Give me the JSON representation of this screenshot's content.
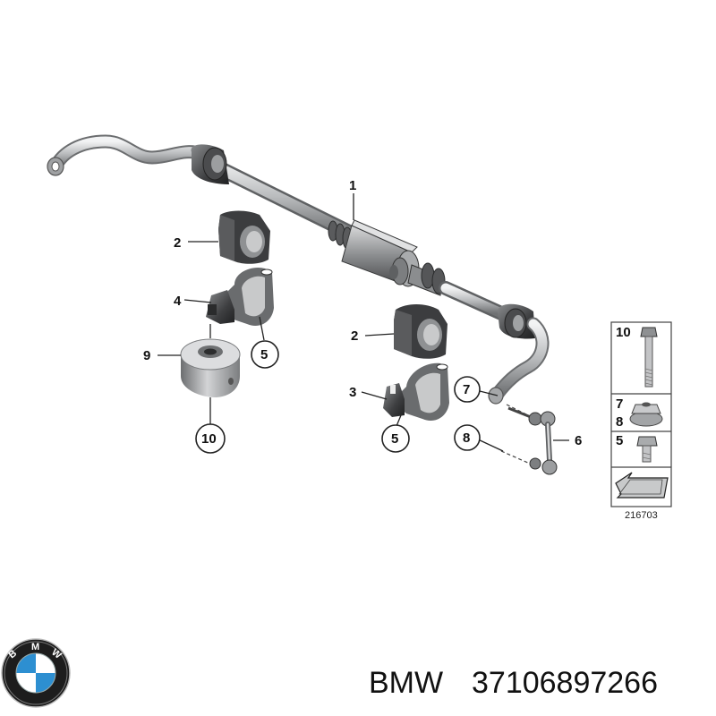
{
  "diagram": {
    "callouts": {
      "c1": "1",
      "c2a": "2",
      "c2b": "2",
      "c3": "3",
      "c4": "4",
      "c5a": "5",
      "c5b": "5",
      "c6": "6",
      "c7": "7",
      "c8": "8",
      "c9": "9",
      "c10": "10"
    },
    "legend": {
      "row1": "10",
      "row2a": "7",
      "row2b": "8",
      "row3": "5"
    },
    "figure_number": "216703"
  },
  "footer": {
    "brand_text": "BMW",
    "part_number": "37106897266",
    "logo_letters": [
      "B",
      "M",
      "W"
    ]
  },
  "colors": {
    "part_light": "#cfd1d3",
    "part_mid": "#9a9c9e",
    "part_dark": "#3a3b3d",
    "logo_blue": "#2d8fd1",
    "logo_ring": "#1a1a1a"
  }
}
